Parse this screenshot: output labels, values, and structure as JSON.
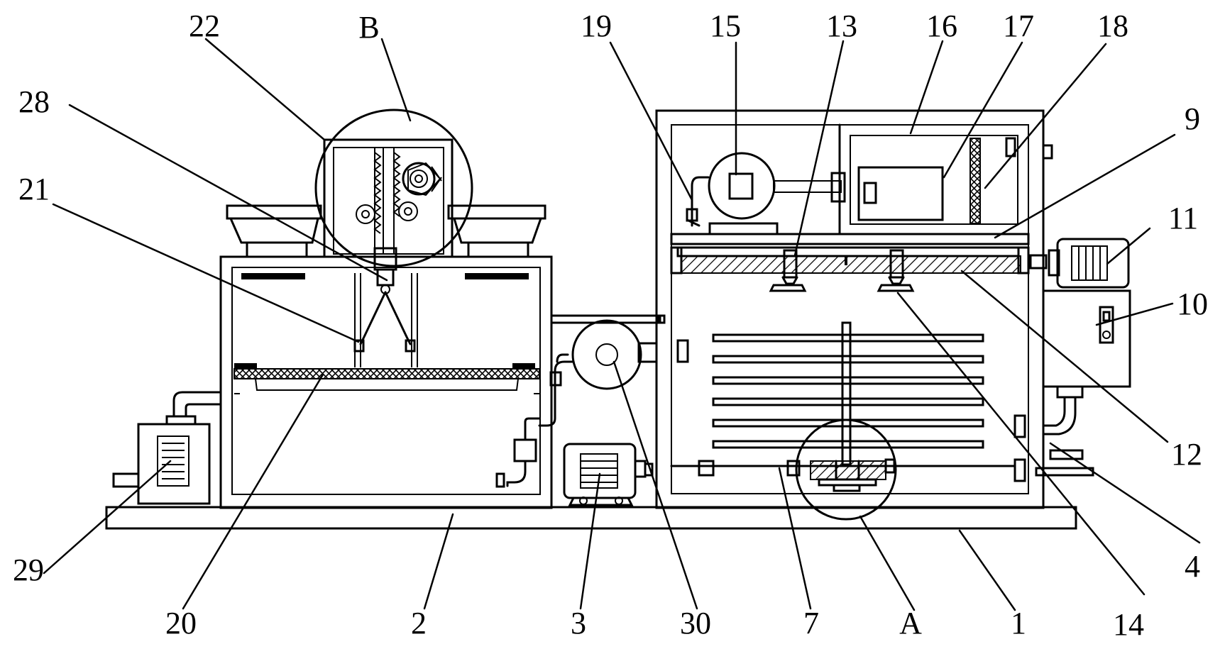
{
  "diagram": {
    "callouts": [
      "22",
      "B",
      "28",
      "21",
      "19",
      "15",
      "13",
      "16",
      "17",
      "18",
      "9",
      "11",
      "10",
      "12",
      "4",
      "14",
      "1",
      "A",
      "7",
      "30",
      "3",
      "2",
      "20",
      "29"
    ]
  }
}
